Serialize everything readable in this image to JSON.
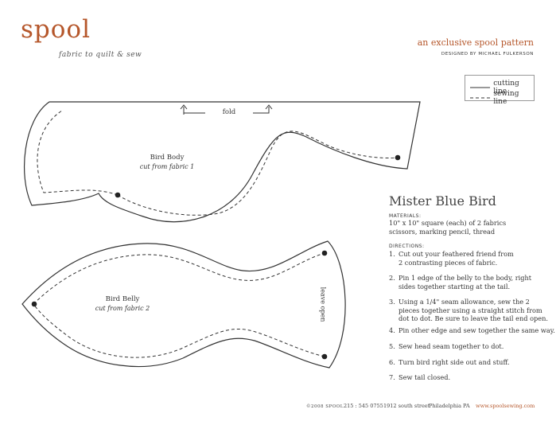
{
  "brand": {
    "logo_text": "spool",
    "tagline": "fabric to quilt & sew",
    "exclusive_text": "an exclusive spool pattern",
    "designed_by": "DESIGNED BY MICHAEL FULKERSON",
    "accent_color": "#b5562a"
  },
  "legend": {
    "cutting_label": "cutting line",
    "sewing_label": "sewing line"
  },
  "pieces": {
    "body": {
      "fold_label": "fold",
      "name": "Bird Body",
      "instruction": "cut from fabric 1"
    },
    "belly": {
      "name": "Bird Belly",
      "instruction": "cut from fabric 2",
      "opening_label": "leave open"
    }
  },
  "instructions": {
    "title": "Mister Blue Bird",
    "materials_heading": "MATERIALS:",
    "materials_line1": "10\" x 10\" square (each) of 2 fabrics",
    "materials_line2": "scissors, marking pencil, thread",
    "directions_heading": "DIRECTIONS:",
    "steps": [
      {
        "num": "1.",
        "text": "Cut out your feathered friend from 2 contrasting pieces of fabric."
      },
      {
        "num": "2.",
        "text": "Pin 1 edge of the belly to the body, right sides together starting at the tail."
      },
      {
        "num": "3.",
        "text": "Using a 1/4\" seam allowance, sew the 2 pieces together using a straight stitch from dot to dot. Be sure to leave the tail end open."
      },
      {
        "num": "4.",
        "text": "Pin other edge and sew together the same way."
      },
      {
        "num": "5.",
        "text": "Sew head seam together to dot."
      },
      {
        "num": "6.",
        "text": "Turn bird right side out and stuff."
      },
      {
        "num": "7.",
        "text": "Sew tail closed."
      }
    ]
  },
  "footer": {
    "copyright": "©2008 SPOOL",
    "phone": "215 : 545 0755",
    "address": "1912 south street",
    "city": "Philadelphia PA",
    "url": "www.spoolsewing.com"
  }
}
